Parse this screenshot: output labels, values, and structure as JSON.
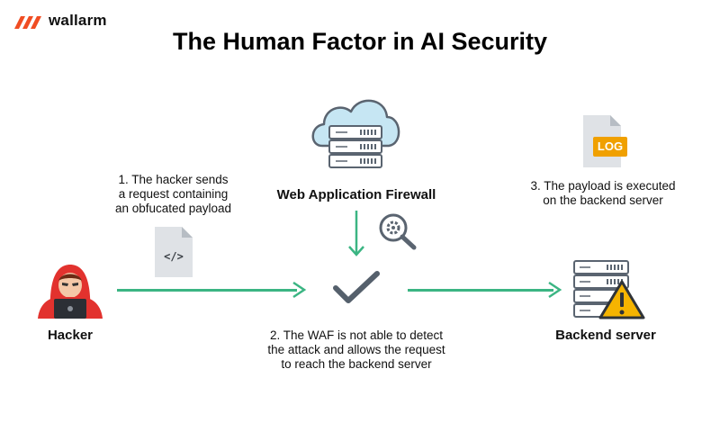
{
  "brand": {
    "name": "wallarm",
    "color": "#f04d23"
  },
  "title": "The Human Factor in AI Security",
  "nodes": {
    "hacker": "Hacker",
    "waf": "Web Application Firewall",
    "backend": "Backend server"
  },
  "file_labels": {
    "code": "</>",
    "log": "LOG"
  },
  "steps": [
    {
      "text": "1. The hacker sends\na request containing\nan obfucated payload"
    },
    {
      "text": "2. The WAF is not able to detect\nthe attack and allows the request\nto reach the backend server"
    },
    {
      "text": "3. The payload is executed\non the backend server"
    }
  ],
  "colors": {
    "arrow": "#3bb583",
    "cloud": "#bfe2f0",
    "server": "#7d8a99",
    "warning": "#f5b400",
    "hood": "#e2322e",
    "log_tag": "#f0a000"
  }
}
